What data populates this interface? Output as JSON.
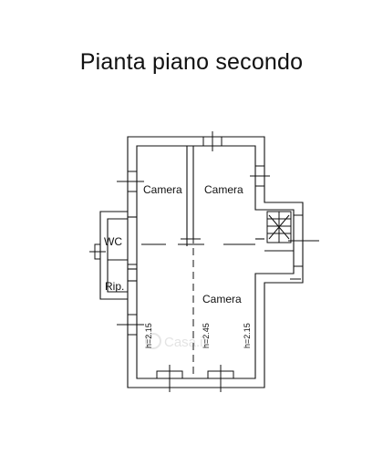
{
  "title": "Pianta piano secondo",
  "rooms": {
    "camera_1": "Camera",
    "camera_2": "Camera",
    "camera_3": "Camera",
    "wc": "WC",
    "ripostiglio": "Rip."
  },
  "heights": {
    "left": "h=2.15",
    "center": "h=2.45",
    "right": "h=2.15"
  },
  "watermark": "Casa.it"
}
